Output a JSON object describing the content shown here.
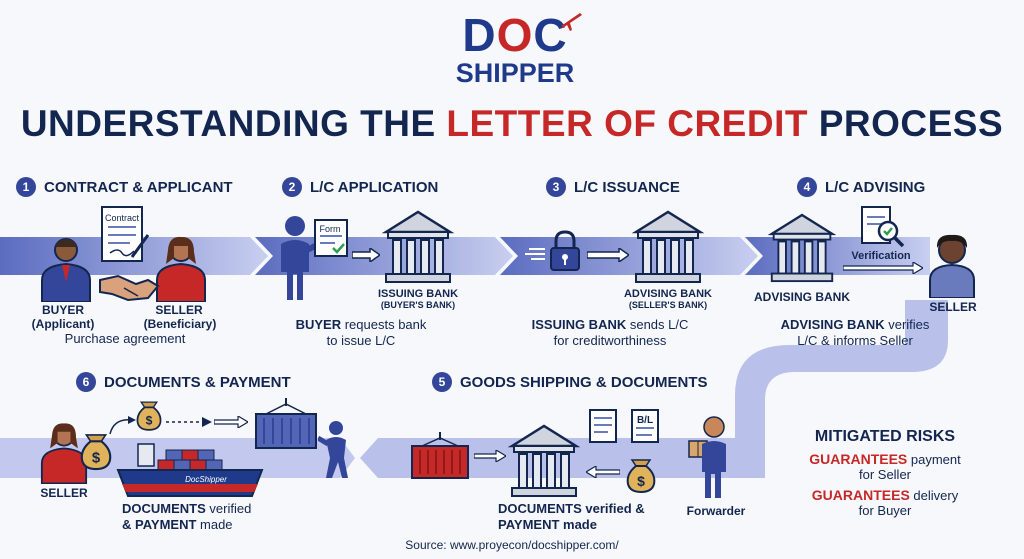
{
  "logo": {
    "doc_d": "D",
    "doc_o": "O",
    "doc_c": "C",
    "shipper": "SHIPPER"
  },
  "title": {
    "part1": "UNDERSTANDING THE ",
    "part2": "LETTER OF CREDIT",
    "part3": " PROCESS"
  },
  "steps": [
    {
      "num": "1",
      "title": "CONTRACT & APPLICANT"
    },
    {
      "num": "2",
      "title": "L/C APPLICATION"
    },
    {
      "num": "3",
      "title": "L/C ISSUANCE"
    },
    {
      "num": "4",
      "title": "L/C ADVISING"
    },
    {
      "num": "5",
      "title": "GOODS SHIPPING & DOCUMENTS"
    },
    {
      "num": "6",
      "title": "DOCUMENTS & PAYMENT"
    }
  ],
  "step1": {
    "contract_doc": "Contract",
    "buyer": "BUYER",
    "buyer_role": "(Applicant)",
    "seller": "SELLER",
    "seller_role": "(Beneficiary)",
    "desc": "Purchase agreement"
  },
  "step2": {
    "form_doc": "Form",
    "bank": "ISSUING BANK",
    "bank_sub": "(BUYER'S BANK)",
    "desc_bold": "BUYER",
    "desc_rest": " requests bank",
    "desc_line2": "to issue L/C"
  },
  "step3": {
    "bank": "ADVISING BANK",
    "bank_sub": "(SELLER'S BANK)",
    "desc_bold": "ISSUING BANK",
    "desc_rest": " sends L/C",
    "desc_line2": "for creditworthiness"
  },
  "step4": {
    "bank": "ADVISING BANK",
    "verification": "Verification",
    "seller": "SELLER",
    "desc_bold": "ADVISING BANK",
    "desc_rest": " verifies",
    "desc_line2": "L/C & informs Seller"
  },
  "step5": {
    "bl_doc": "B/L",
    "forwarder": "Forwarder",
    "desc_line1": "DOCUMENTS verified &",
    "desc_line2": "PAYMENT made"
  },
  "step6": {
    "seller": "SELLER",
    "ship_name": "DocShipper",
    "desc_line1_bold": "DOCUMENTS",
    "desc_line1_rest": " verified",
    "desc_line2_bold": "& PAYMENT",
    "desc_line2_rest": " made"
  },
  "risks": {
    "head": "MITIGATED RISKS",
    "g1": "GUARANTEES",
    "g1_rest": " payment",
    "g1_sub": "for Seller",
    "g2": "GUARANTEES",
    "g2_rest": " delivery",
    "g2_sub": "for Buyer"
  },
  "source": "Source: www.proyecon/docshipper.com/",
  "colors": {
    "navy": "#13264f",
    "accent_red": "#c62828",
    "band": "#aab4e2",
    "badge": "#33469a"
  }
}
